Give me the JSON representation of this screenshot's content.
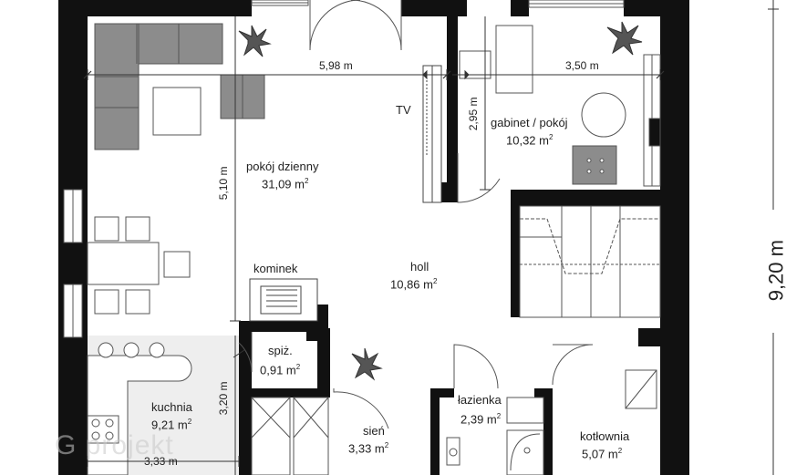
{
  "rooms": {
    "living": {
      "name": "pokój dzienny",
      "area": "31,09 m",
      "sup": "2"
    },
    "office": {
      "name": "gabinet / pokój",
      "area": "10,32 m",
      "sup": "2"
    },
    "holl": {
      "name": "holl",
      "area": "10,86 m",
      "sup": "2"
    },
    "pantry": {
      "name": "spiż.",
      "area": "0,91 m",
      "sup": "2"
    },
    "kitchen": {
      "name": "kuchnia",
      "area": "9,21 m",
      "sup": "2"
    },
    "hall": {
      "name": "sień",
      "area": "3,33 m",
      "sup": "2"
    },
    "bathroom": {
      "name": "łazienka",
      "area": "2,39 m",
      "sup": "2"
    },
    "boiler": {
      "name": "kotłownia",
      "area": "5,07 m",
      "sup": "2"
    }
  },
  "labels": {
    "tv": "TV",
    "fireplace": "kominek"
  },
  "dimensions": {
    "living_width": "5,98 m",
    "office_width": "3,50 m",
    "office_depth": "2,95 m",
    "living_depth": "5,10 m",
    "kitchen_depth": "3,20 m",
    "kitchen_width": "3,33 m",
    "total_depth": "9,20 m"
  },
  "watermark": "G projekt",
  "colors": {
    "wall": "#111111",
    "furniture_dark": "#8c8c8c",
    "floor_gray": "#eeeeee",
    "line": "#555555"
  }
}
